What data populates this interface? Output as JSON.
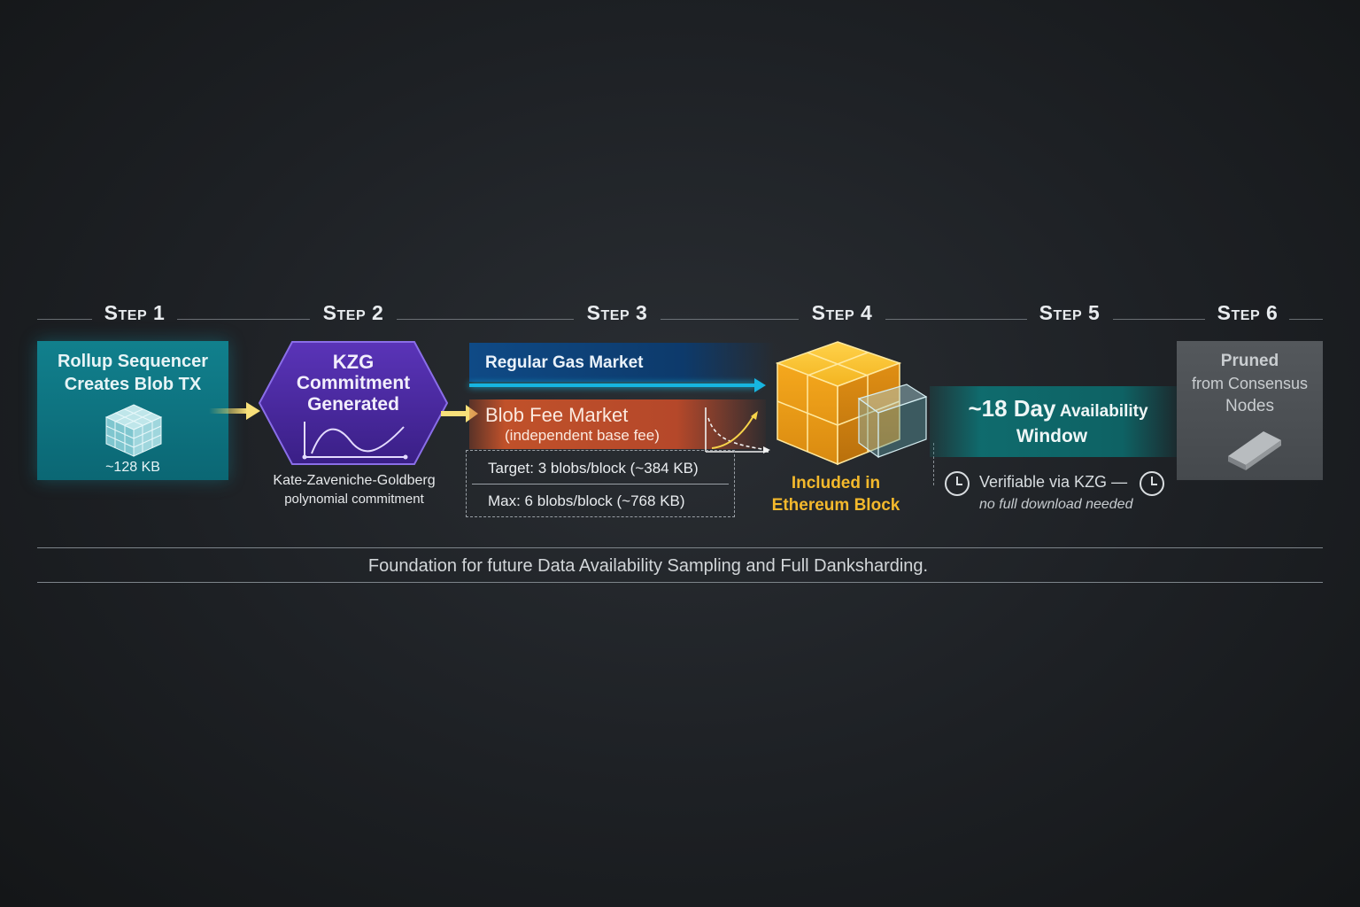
{
  "steps": [
    {
      "label": "Step 1"
    },
    {
      "label": "Step 2"
    },
    {
      "label": "Step 3"
    },
    {
      "label": "Step 4"
    },
    {
      "label": "Step 5"
    },
    {
      "label": "Step 6"
    }
  ],
  "step1": {
    "title_line1": "Rollup Sequencer",
    "title_line2": "Creates Blob TX",
    "size": "~128 KB",
    "icon": "blob-cube-icon",
    "color": "#11808d"
  },
  "step2": {
    "title_line1": "KZG",
    "title_line2": "Commitment",
    "title_line3": "Generated",
    "caption_line1": "Kate-Zaveniche-Goldberg",
    "caption_line2": "polynomial commitment",
    "icon": "polynomial-curve-icon",
    "color": "#4a2a9a"
  },
  "step3": {
    "gas_market": "Regular Gas Market",
    "blob_market": "Blob Fee Market",
    "blob_market_sub": "(independent base fee)",
    "target": "Target: 3 blobs/block (~384 KB)",
    "max": "Max: 6 blobs/block (~768 KB)",
    "icon": "fee-curve-chart-icon",
    "gas_color": "#0f4a86",
    "blob_color": "#c0512a"
  },
  "step4": {
    "label_line1": "Included in",
    "label_line2": "Ethereum Block",
    "icon": "ethereum-block-cube-icon",
    "color": "#f2b21f"
  },
  "step5": {
    "title_big": "~18 Day",
    "title_small": "Availability",
    "title_line2": "Window",
    "verify_line1": "Verifiable via KZG —",
    "verify_line2": "no full download needed",
    "icon": "clock-icon",
    "color": "#0f6b6d"
  },
  "step6": {
    "line1": "Pruned",
    "line2": "from Consensus",
    "line3": "Nodes",
    "icon": "eraser-icon",
    "color": "#4c5054"
  },
  "footer": {
    "text": "Foundation for future Data Availability Sampling and Full Danksharding."
  }
}
